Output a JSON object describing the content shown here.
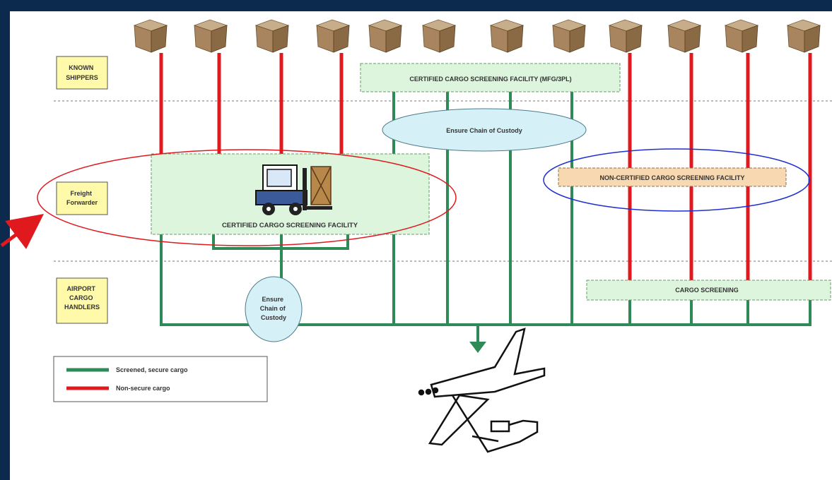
{
  "tiers": {
    "known_shippers": "KNOWN\nSHIPPERS",
    "freight_forwarder": "Freight\nForwarder",
    "airport_handlers": "AIRPORT\nCARGO\nHANDLERS"
  },
  "boxes": {
    "certified_mfg": "CERTIFIED CARGO SCREENING FACILITY  (MFG/3PL)",
    "certified_forwarder": "CERTIFIED CARGO SCREENING FACILITY",
    "non_certified": "NON-CERTIFIED CARGO SCREENING FACILITY",
    "cargo_screening": "CARGO SCREENING"
  },
  "ovals": {
    "chain_top": "Ensure Chain of Custody",
    "chain_bottom": "Ensure\nChain of\nCustody"
  },
  "legend": {
    "secure": "Screened, secure cargo",
    "non_secure": "Non-secure cargo"
  },
  "colors": {
    "background": "#0b2a4e",
    "secure_line": "#2e8b57",
    "non_secure_line": "#e0191e",
    "box_green": "#dcf5dc",
    "box_orange": "#f8d8b0",
    "oval_blue": "#d6f0f7",
    "highlight_red": "#e0191e",
    "highlight_blue": "#1f2fd0"
  },
  "icons": [
    "box-icon",
    "forklift-icon",
    "airplane-icon",
    "red-arrow-icon"
  ]
}
